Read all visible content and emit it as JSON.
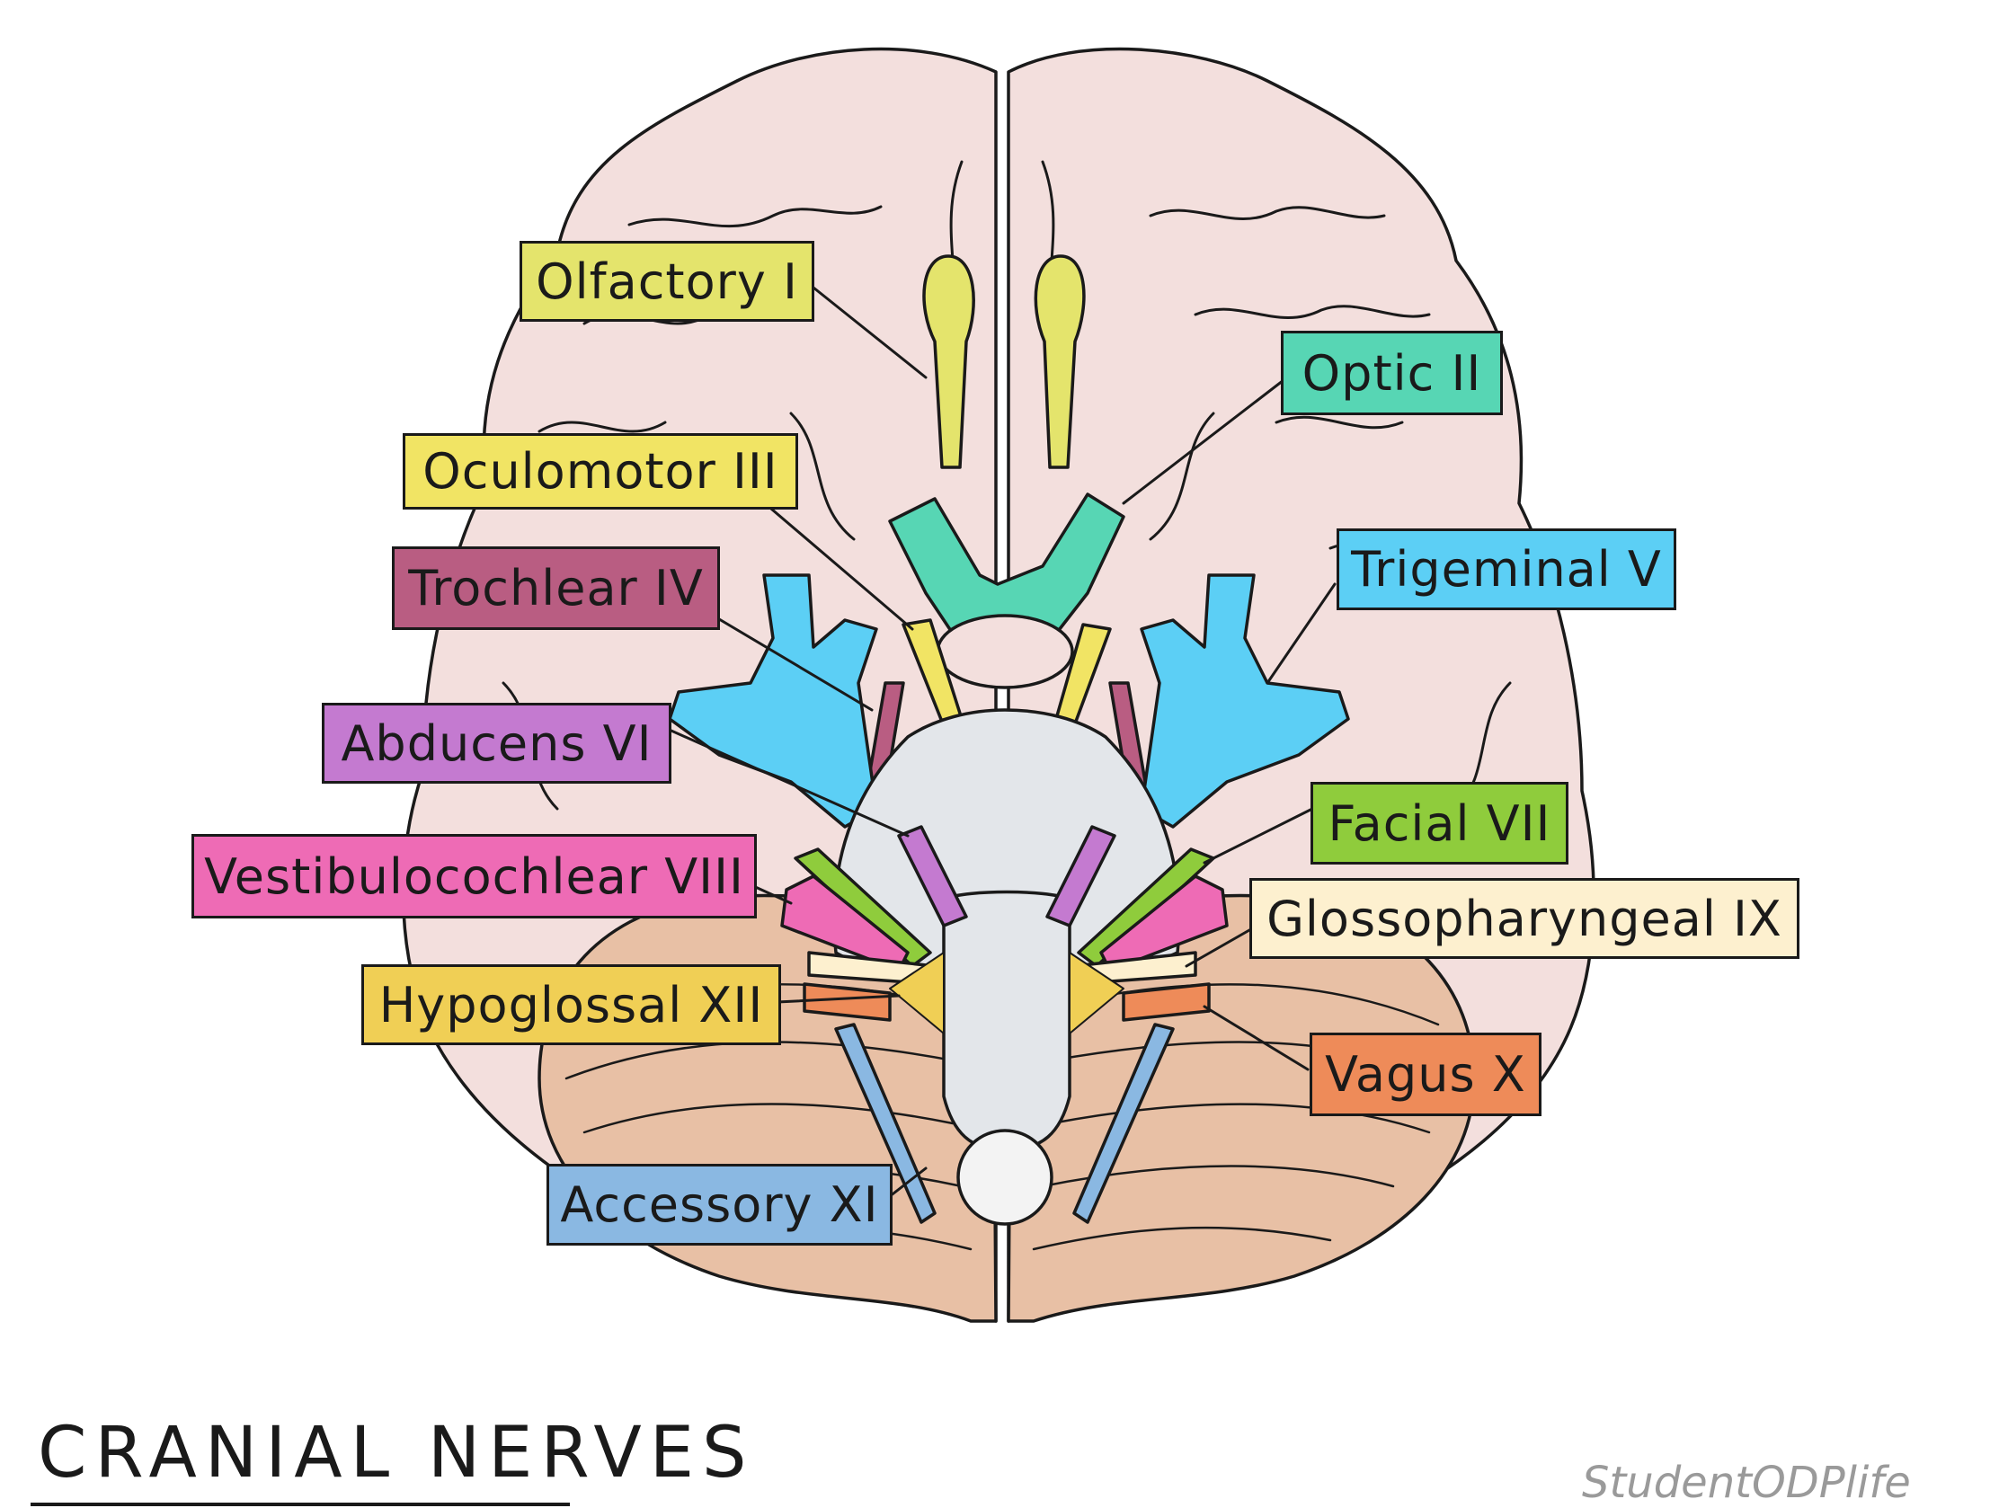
{
  "title": "CRANIAL NERVES",
  "watermark": "StudentODPlife",
  "colors": {
    "cerebrum": "#f3dfdd",
    "cerebellum": "#e8c0a5",
    "brainstem": "#e3e6ea",
    "outline": "#1a1a1a"
  },
  "labels": {
    "olfactory": {
      "text": "Olfactory I",
      "color": "#e4e46c"
    },
    "optic": {
      "text": "Optic II",
      "color": "#57d6b4"
    },
    "oculomotor": {
      "text": "Oculomotor III",
      "color": "#f1e464"
    },
    "trochlear": {
      "text": "Trochlear IV",
      "color": "#b95d82"
    },
    "trigeminal": {
      "text": "Trigeminal V",
      "color": "#5ccff5"
    },
    "abducens": {
      "text": "Abducens VI",
      "color": "#c47ad0"
    },
    "facial": {
      "text": "Facial VII",
      "color": "#8fcc3c"
    },
    "vestibulo": {
      "text": "Vestibulocochlear VIII",
      "color": "#ee6bb5"
    },
    "glosso": {
      "text": "Glossopharyngeal IX",
      "color": "#fdf0cf"
    },
    "hypoglossal": {
      "text": "Hypoglossal XII",
      "color": "#f0cf55"
    },
    "vagus": {
      "text": "Vagus X",
      "color": "#ee8b59"
    },
    "accessory": {
      "text": "Accessory XI",
      "color": "#8ab8e2"
    }
  }
}
